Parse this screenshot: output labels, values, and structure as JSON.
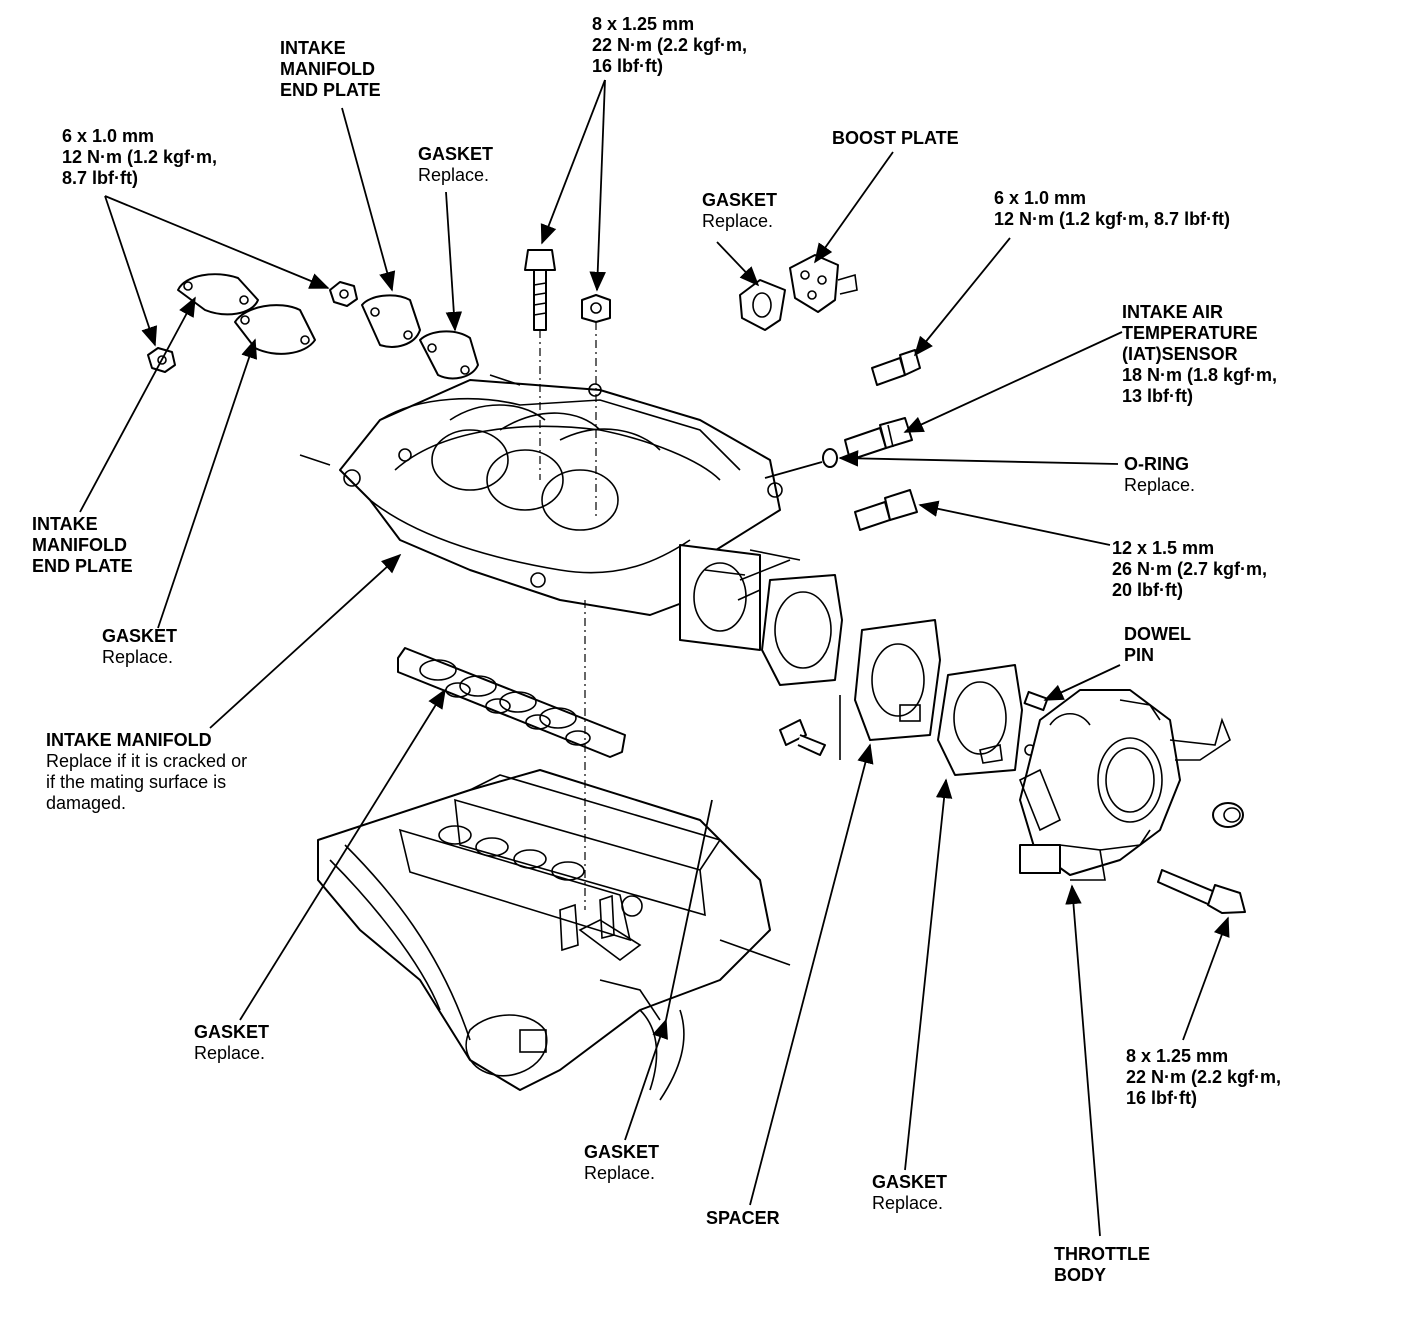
{
  "labels": {
    "bolt_6mm_left": {
      "title": [
        "6 x 1.0 mm",
        "12 N·m (1.2 kgf·m,",
        "8.7 lbf·ft)"
      ],
      "sub": []
    },
    "end_plate_top": {
      "title": [
        "INTAKE",
        "MANIFOLD",
        "END PLATE"
      ],
      "sub": []
    },
    "gasket_top": {
      "title": [
        "GASKET"
      ],
      "sub": [
        "Replace."
      ]
    },
    "bolt_8mm_top": {
      "title": [
        "8 x 1.25 mm",
        "22 N·m (2.2 kgf·m,",
        "16 lbf·ft)"
      ],
      "sub": []
    },
    "boost_plate": {
      "title": [
        "BOOST PLATE"
      ],
      "sub": []
    },
    "gasket_boost": {
      "title": [
        "GASKET"
      ],
      "sub": [
        "Replace."
      ]
    },
    "bolt_6mm_right": {
      "title": [
        "6 x 1.0 mm",
        "12 N·m (1.2 kgf·m, 8.7 lbf·ft)"
      ],
      "sub": []
    },
    "iat_sensor": {
      "title": [
        "INTAKE AIR",
        "TEMPERATURE",
        "(IAT)SENSOR",
        "18 N·m (1.8 kgf·m,",
        "13 lbf·ft)"
      ],
      "sub": []
    },
    "o_ring": {
      "title": [
        "O-RING"
      ],
      "sub": [
        "Replace."
      ]
    },
    "bolt_12mm": {
      "title": [
        "12 x 1.5 mm",
        "26 N·m (2.7 kgf·m,",
        "20 lbf·ft)"
      ],
      "sub": []
    },
    "dowel_pin": {
      "title": [
        "DOWEL",
        "PIN"
      ],
      "sub": []
    },
    "end_plate_left": {
      "title": [
        "INTAKE",
        "MANIFOLD",
        "END PLATE"
      ],
      "sub": []
    },
    "gasket_left": {
      "title": [
        "GASKET"
      ],
      "sub": [
        "Replace."
      ]
    },
    "intake_manifold": {
      "title": [
        "INTAKE MANIFOLD"
      ],
      "sub": [
        "Replace if it is cracked or",
        "if the mating surface is",
        "damaged."
      ]
    },
    "gasket_lower": {
      "title": [
        "GASKET"
      ],
      "sub": [
        "Replace."
      ]
    },
    "gasket_center": {
      "title": [
        "GASKET"
      ],
      "sub": [
        "Replace."
      ]
    },
    "spacer": {
      "title": [
        "SPACER"
      ],
      "sub": []
    },
    "gasket_throttle": {
      "title": [
        "GASKET"
      ],
      "sub": [
        "Replace."
      ]
    },
    "bolt_8mm_bottom": {
      "title": [
        "8 x 1.25 mm",
        "22 N·m (2.2 kgf·m,",
        "16 lbf·ft)"
      ],
      "sub": []
    },
    "throttle_body": {
      "title": [
        "THROTTLE",
        "BODY"
      ],
      "sub": []
    }
  }
}
